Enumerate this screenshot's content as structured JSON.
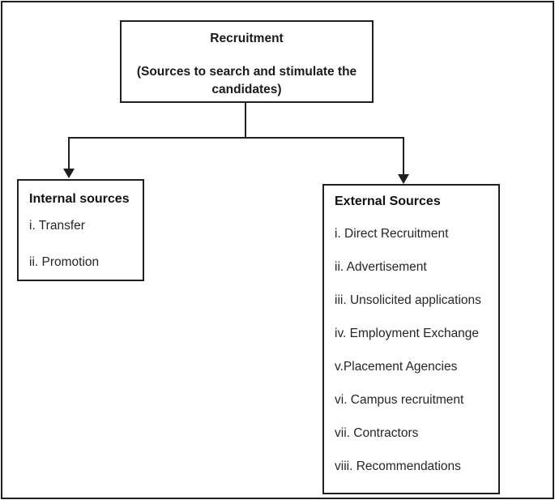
{
  "diagram": {
    "root": {
      "title": "Recruitment",
      "subtitle": "(Sources to search and stimulate the candidates)"
    },
    "internal": {
      "title": "Internal sources",
      "items": [
        "i. Transfer",
        "ii. Promotion"
      ]
    },
    "external": {
      "title": "External Sources",
      "items": [
        "i. Direct Recruitment",
        "ii. Advertisement",
        "iii. Unsolicited applications",
        "iv. Employment Exchange",
        "v.Placement Agencies",
        "vi. Campus recruitment",
        "vii. Contractors",
        "viii. Recommendations"
      ]
    },
    "colors": {
      "border": "#1f1f1f",
      "text": "#262626",
      "background": "#ffffff"
    }
  }
}
